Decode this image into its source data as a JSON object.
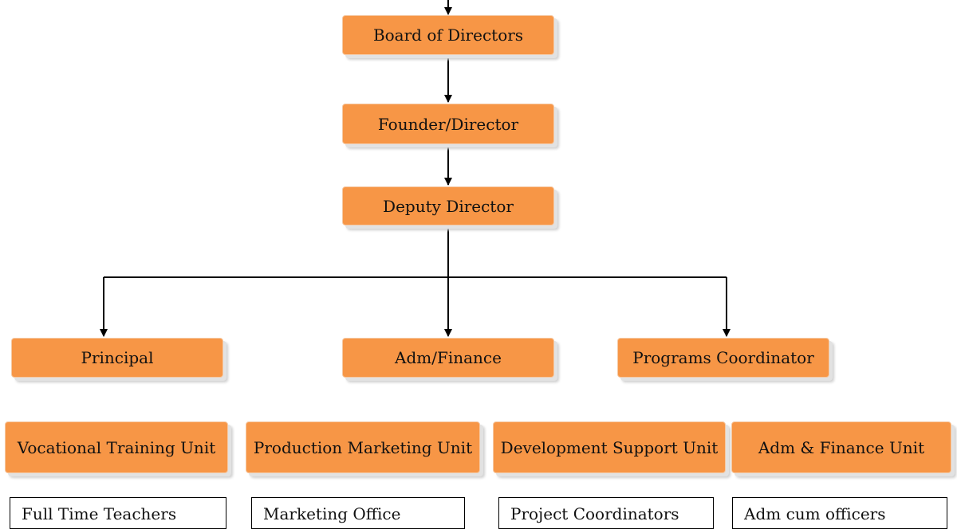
{
  "colors": {
    "box_fill": "#F79646",
    "connector": "#000000",
    "outline_border": "#000000"
  },
  "nodes": {
    "board": "Board of Directors",
    "founder": "Founder/Director",
    "deputy": "Deputy Director",
    "principal": "Principal",
    "adm_finance": "Adm/Finance",
    "programs": "Programs Coordinator"
  },
  "units": [
    "Vocational Training Unit",
    "Production Marketing Unit",
    "Development Support Unit",
    "Adm & Finance Unit"
  ],
  "staff": [
    "Full Time Teachers",
    "Marketing Office",
    "Project Coordinators",
    "Adm cum officers"
  ]
}
